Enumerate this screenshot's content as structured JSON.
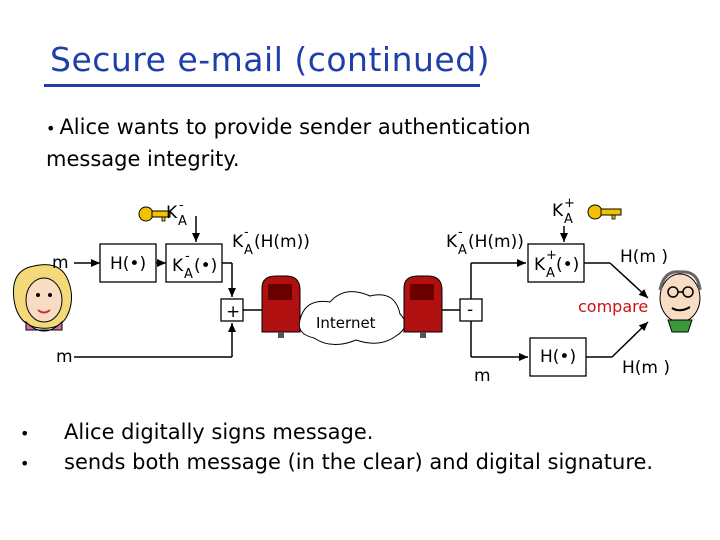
{
  "slide": {
    "title": "Secure e-mail (continued)",
    "intro_line1": "Alice wants to provide sender authentication",
    "intro_line2": "message integrity.",
    "bullet_char": "•"
  },
  "diagram": {
    "m_left": "m",
    "m_bottom_left": "m",
    "hash_box_left": "H(•)",
    "priv_key_box": "K",
    "priv_key_box_sub": "A",
    "priv_key_box_sup": "-",
    "priv_key_box_arg": "(•)",
    "priv_key_label": "K",
    "priv_key_label_sub": "A",
    "priv_key_label_sup": "-",
    "signed_hash_left": "K",
    "signed_hash_left_sup": "-",
    "signed_hash_left_sub": "A",
    "signed_hash_left_arg": "(H(m))",
    "plus_symbol": "+",
    "internet_label": "Internet",
    "signed_hash_right": "K",
    "signed_hash_right_sup": "-",
    "signed_hash_right_sub": "A",
    "signed_hash_right_arg": "(H(m))",
    "minus_symbol": "-",
    "pub_key_label": "K",
    "pub_key_label_sub": "A",
    "pub_key_label_sup": "+",
    "pub_key_box": "K",
    "pub_key_box_sub": "A",
    "pub_key_box_sup": "+",
    "pub_key_box_arg": "(•)",
    "hm_top": "H(m )",
    "compare_label": "compare",
    "m_bottom_right": "m",
    "hash_box_right": "H(•)",
    "hm_bottom": "H(m )",
    "colors": {
      "title": "#1f3fa8",
      "compare": "#cc1111",
      "key": "#f2c200",
      "mailbox": "#b01010"
    }
  },
  "bullets": [
    "Alice digitally signs message.",
    "sends both message (in the clear) and digital signature."
  ]
}
